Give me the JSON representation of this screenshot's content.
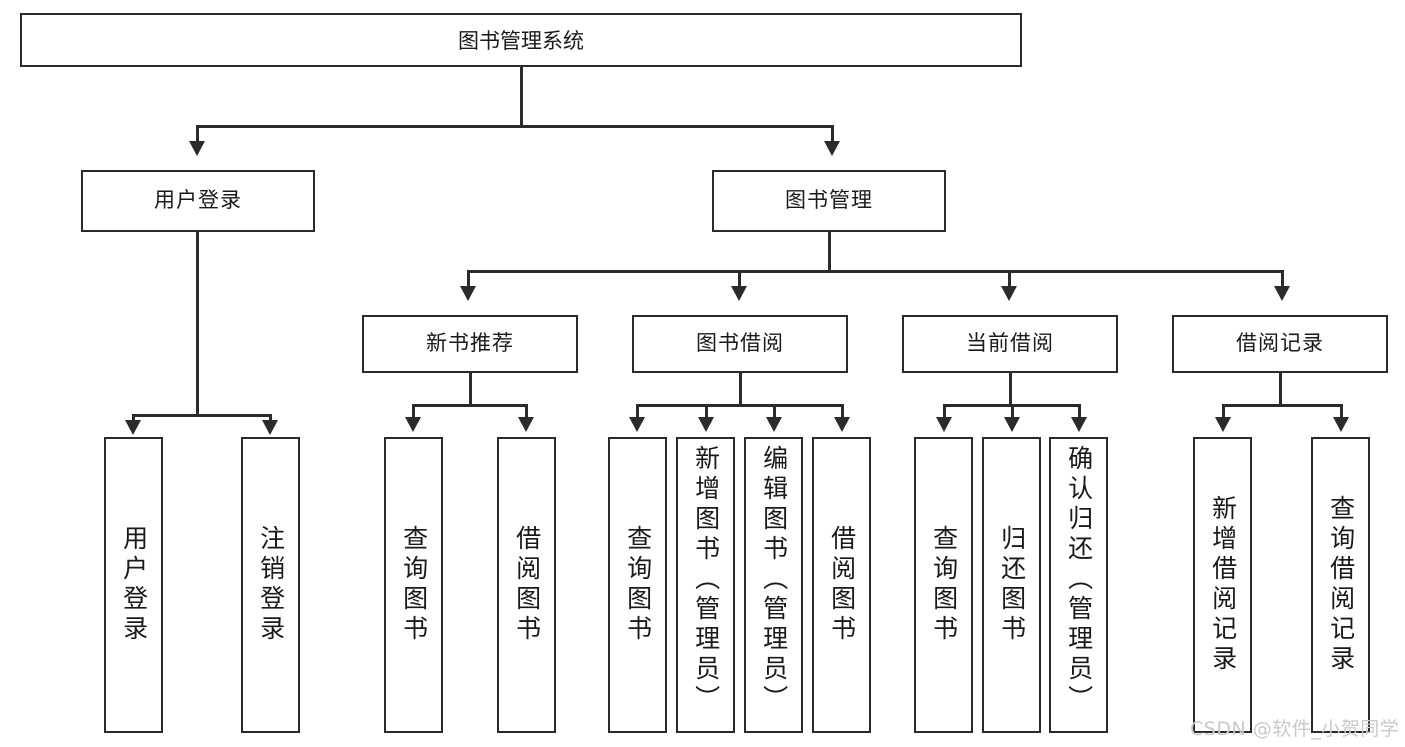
{
  "diagram": {
    "title": "图书管理系统",
    "root": {
      "label": "图书管理系统"
    },
    "level1": [
      {
        "label": "用户登录"
      },
      {
        "label": "图书管理"
      }
    ],
    "level2": [
      {
        "label": "新书推荐"
      },
      {
        "label": "图书借阅"
      },
      {
        "label": "当前借阅"
      },
      {
        "label": "借阅记录"
      }
    ],
    "leaves": {
      "user_login": [
        {
          "label": "用户登录"
        },
        {
          "label": "注销登录"
        }
      ],
      "new_book_recommend": [
        {
          "label": "查询图书"
        },
        {
          "label": "借阅图书"
        }
      ],
      "book_borrow": [
        {
          "label": "查询图书"
        },
        {
          "label": "新增图书（管理员）"
        },
        {
          "label": "编辑图书（管理员）"
        },
        {
          "label": "借阅图书"
        }
      ],
      "current_borrow": [
        {
          "label": "查询图书"
        },
        {
          "label": "归还图书"
        },
        {
          "label": "确认归还（管理员）"
        }
      ],
      "borrow_record": [
        {
          "label": "新增借阅记录"
        },
        {
          "label": "查询借阅记录"
        }
      ]
    }
  },
  "watermark": {
    "text": "CSDN @软件_小贺同学"
  },
  "colors": {
    "stroke": "#2b2b2b",
    "background": "#ffffff",
    "text": "#1a1a1a",
    "watermark": "#c9c9c9"
  }
}
